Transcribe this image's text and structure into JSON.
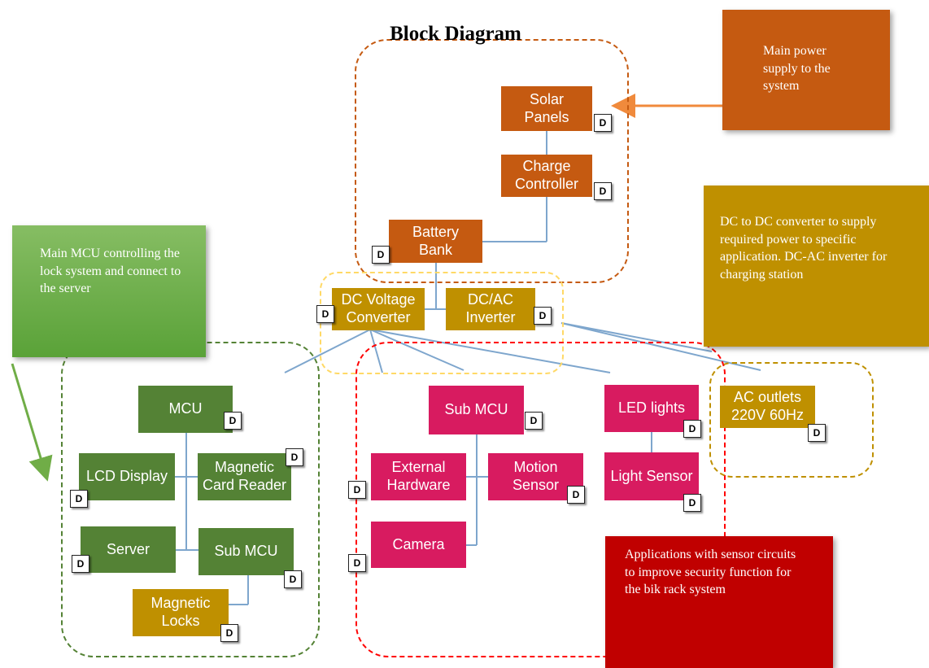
{
  "title": "Block Diagram",
  "colors": {
    "orange_block": "#c55a11",
    "gold_block": "#bf9000",
    "green_block": "#548235",
    "magenta_block": "#d81b60",
    "red_note": "#c00000",
    "connector": "#7ea6cd",
    "power_group_border": "#c55a11",
    "converter_group_border": "#ffd966",
    "mcu_group_border": "#548235",
    "sensor_group_border": "#ff0000",
    "outlet_group_border": "#bf9000"
  },
  "badge_label": "D",
  "blocks": {
    "solar_panels": "Solar\nPanels",
    "charge_controller": "Charge\nController",
    "battery_bank": "Battery\nBank",
    "dc_voltage_converter": "DC Voltage\nConverter",
    "dc_ac_inverter": "DC/AC\nInverter",
    "ac_outlets": "AC outlets\n220V 60Hz",
    "mcu": "MCU",
    "lcd_display": "LCD Display",
    "magnetic_card_reader": "Magnetic\nCard Reader",
    "server": "Server",
    "sub_mcu_left": "Sub MCU",
    "magnetic_locks": "Magnetic\nLocks",
    "sub_mcu_right": "Sub MCU",
    "external_hardware": "External\nHardware",
    "motion_sensor": "Motion\nSensor",
    "camera": "Camera",
    "led_lights": "LED lights",
    "light_sensor": "Light Sensor"
  },
  "notes": {
    "power_supply": "Main power supply to the system",
    "converter": "DC to DC converter to supply required power to specific application. DC-AC inverter for charging station",
    "mcu": "Main MCU controlling the lock system and connect to the server",
    "sensors": "Applications with sensor circuits to improve security function for the bik rack system"
  }
}
